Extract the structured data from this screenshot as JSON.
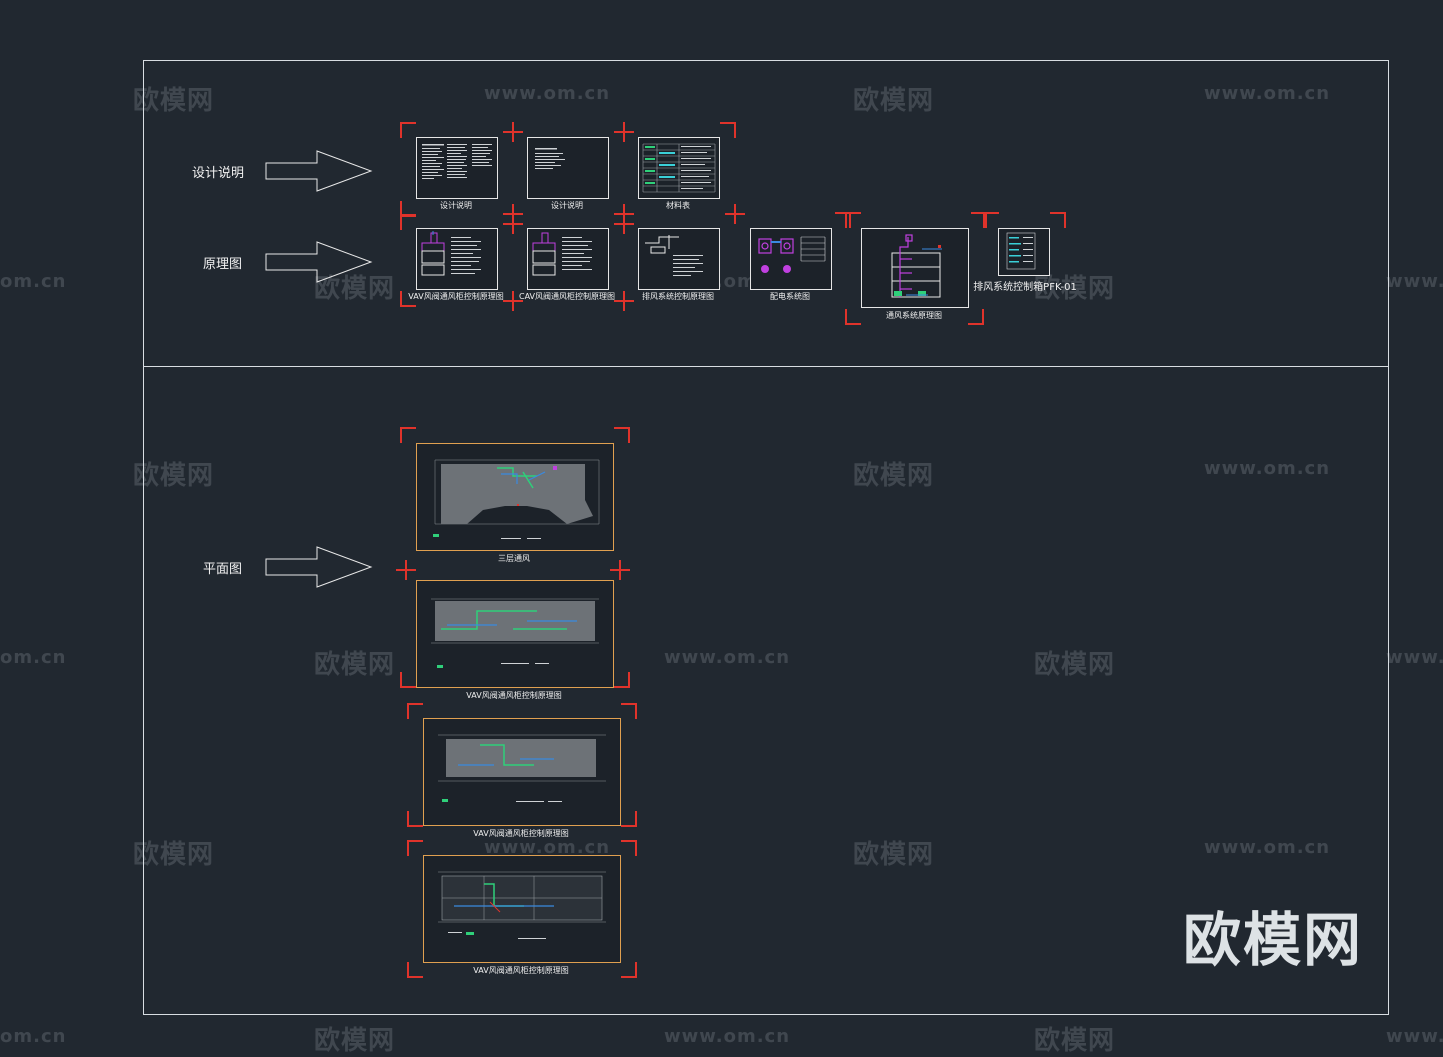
{
  "watermark": {
    "brand": "欧模网",
    "url": "www.om.cn",
    "url_partial_left": "om.cn",
    "url_partial_right": "www."
  },
  "rows": {
    "design_notes": "设计说明",
    "schematic": "原理图",
    "plan": "平面图"
  },
  "captions": {
    "d1": "设计说明",
    "d2": "设计说明",
    "d3": "材料表",
    "s1": "VAV风阀通风柜控制原理图",
    "s2": "CAV风阀通风柜控制原理图",
    "s3": "排风系统控制原理图",
    "s4": "配电系统图",
    "s5": "通风系统原理图",
    "s6": "排风系统控制箱PFK-01",
    "p1": "三层通风",
    "p2": "VAV风阀通风柜控制原理图",
    "p3": "VAV风阀通风柜控制原理图",
    "p4": "VAV风阀通风柜控制原理图"
  },
  "colors": {
    "background": "#212830",
    "frame": "#d8dde2",
    "marker": "#e0332b",
    "sheet_border_orange": "#e0a050"
  }
}
